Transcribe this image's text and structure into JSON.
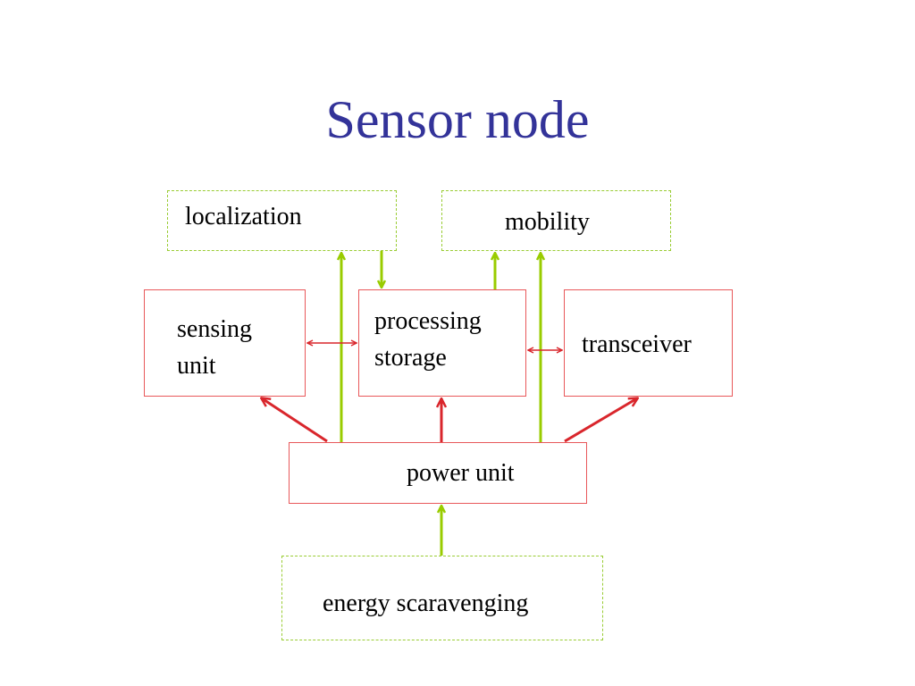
{
  "slide": {
    "title": "Sensor node"
  },
  "diagram": {
    "nodes": {
      "localization": "localization",
      "mobility": "mobility",
      "sensing_line1": "sensing",
      "sensing_line2": "unit",
      "processing_line1": "processing",
      "processing_line2": "storage",
      "transceiver": "transceiver",
      "power_unit": "power unit",
      "energy": "energy scaravenging"
    },
    "colors": {
      "title": "#333399",
      "solid_border": "#e8585a",
      "dashed_border": "#99cc33",
      "red_arrow": "#d9262c",
      "green_arrow": "#99cc00"
    }
  }
}
